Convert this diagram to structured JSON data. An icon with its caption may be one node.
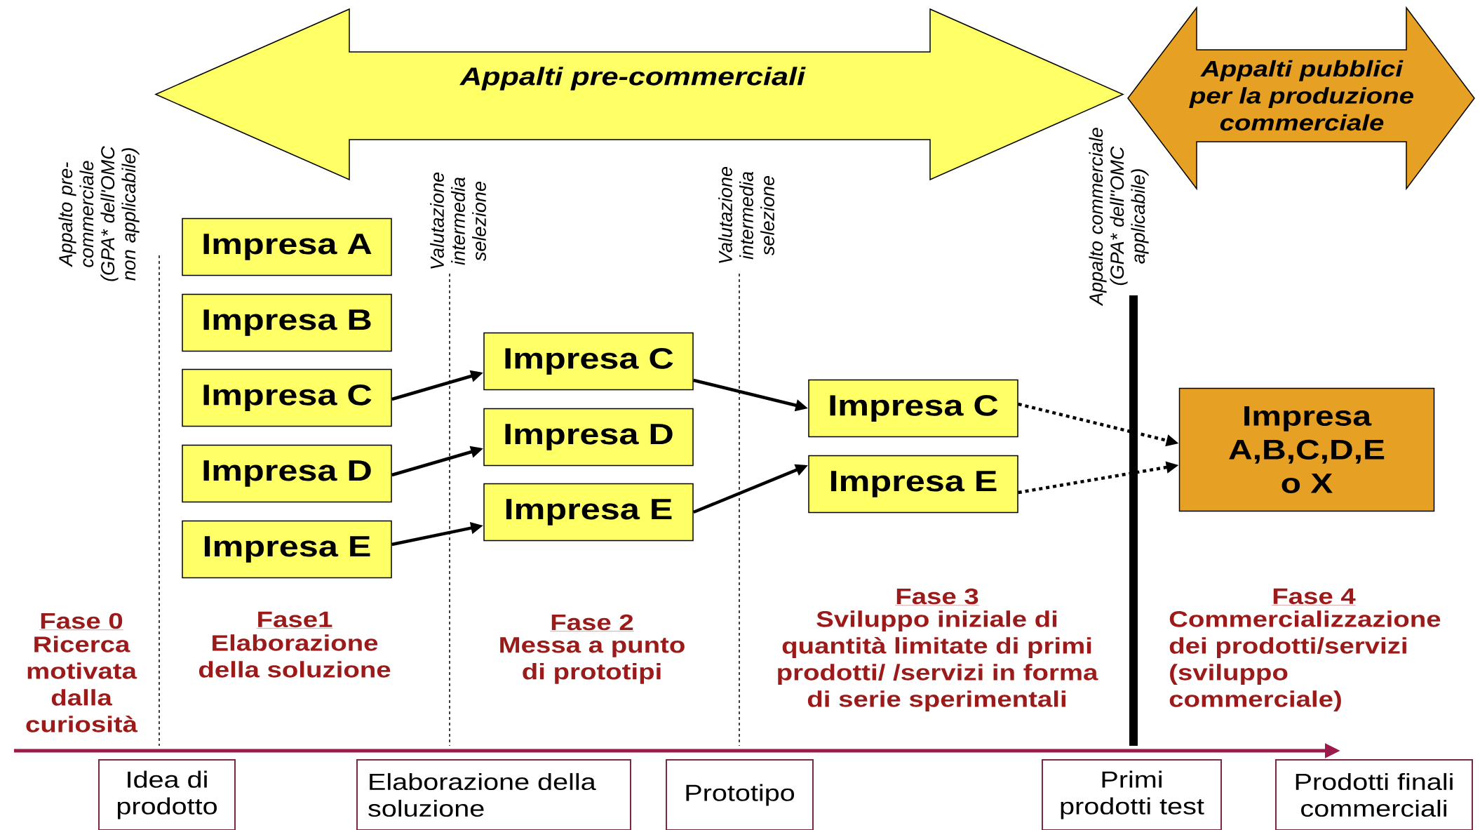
{
  "diagram": {
    "nodes": [
      {
        "text": [
          "Appalti pre-commerciali"
        ]
      },
      {
        "text": [
          "Appalti pubblici per la produzione commerciale"
        ]
      },
      {
        "text": [
          "Impresa A"
        ]
      },
      {
        "text": [
          "Impresa B"
        ]
      },
      {
        "text": [
          "Impresa C"
        ]
      },
      {
        "text": [
          "Impresa D"
        ]
      },
      {
        "text": [
          "Impresa E"
        ]
      },
      {
        "text": [
          "Impresa C"
        ]
      },
      {
        "text": [
          "Impresa D"
        ]
      },
      {
        "text": [
          "Impresa E"
        ]
      },
      {
        "text": [
          "Impresa C"
        ]
      },
      {
        "text": [
          "Impresa E"
        ]
      },
      {
        "text": [
          "Impresa A,B,C,D,E o X"
        ]
      },
      {
        "text": [
          "Idea di prodotto"
        ]
      },
      {
        "text": [
          "Elaborazione della soluzione"
        ]
      },
      {
        "text": [
          "Prototipo"
        ]
      },
      {
        "text": [
          "Primi prodotti test"
        ]
      },
      {
        "text": [
          "Prodotti finali commerciali"
        ]
      }
    ],
    "edges": [
      {
        "from": 4,
        "to": 7,
        "arrow": "to"
      },
      {
        "from": 5,
        "to": 8,
        "arrow": "to"
      },
      {
        "from": 6,
        "to": 9,
        "arrow": "to"
      },
      {
        "from": 7,
        "to": 10,
        "arrow": "to"
      },
      {
        "from": 9,
        "to": 11,
        "arrow": "to"
      },
      {
        "from": 10,
        "to": 12,
        "arrow": "to",
        "style": "dashed"
      },
      {
        "from": 11,
        "to": 12,
        "arrow": "to",
        "style": "dashed"
      }
    ],
    "labels": [
      "Appalto pre- commerciale (GPA* dell'OMC non applicabile)",
      "Valutazione intermedia selezione",
      "Valutazione intermedia selezione",
      "Appalto commerciale (GPA* dell''OMC applicabile)",
      "Fase 0",
      "Ricerca motivata dalla curiosità",
      "Fase1",
      "Elaborazione della soluzione",
      "Fase 2",
      "Messa a punto di prototipi",
      "Fase 3",
      "Sviluppo iniziale di quantità limitate di primi prodotti/ /servizi in forma di serie sperimentali",
      "Fase 4",
      "Commercializzazione dei prodotti/servizi (sviluppo commerciale)"
    ]
  }
}
